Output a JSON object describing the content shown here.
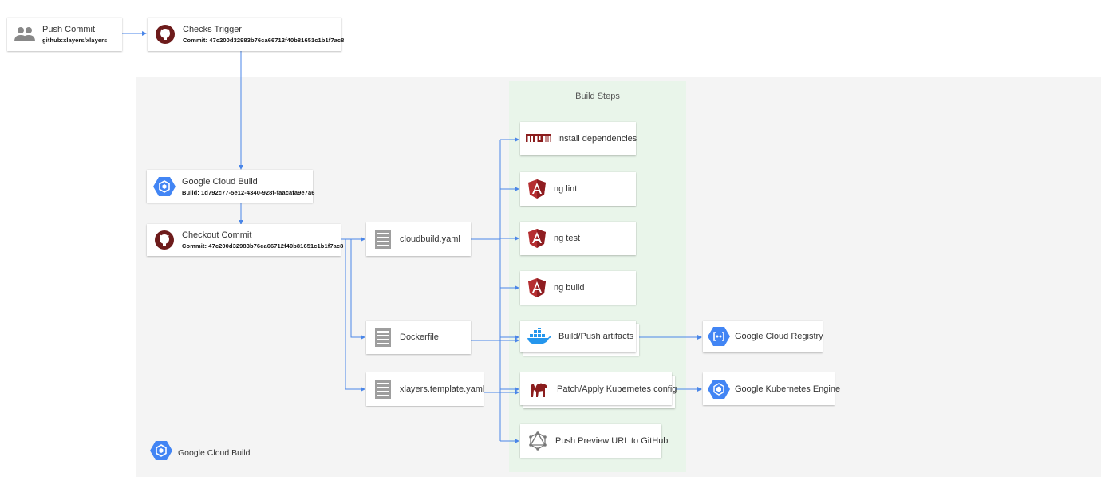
{
  "nodes": {
    "push_commit": {
      "label": "Push Commit",
      "sub": "github:xlayers/xlayers",
      "icon": "people-icon"
    },
    "checks_trigger": {
      "label": "Checks Trigger",
      "sub": "Commit: 47c200d32983b76ca66712f40b81651c1b1f7ac8",
      "icon": "github-icon"
    },
    "cloud_build": {
      "label": "Google Cloud Build",
      "sub": "Build: 1d792c77-5e12-4340-928f-faacafa9e7a6",
      "icon": "cloud-build-icon"
    },
    "checkout_commit": {
      "label": "Checkout Commit",
      "sub": "Commit: 47c200d32983b76ca66712f40b81651c1b1f7ac8",
      "icon": "github-icon"
    },
    "cloudbuild_yaml": {
      "label": "cloudbuild.yaml",
      "icon": "file-icon"
    },
    "dockerfile": {
      "label": "Dockerfile",
      "icon": "file-icon"
    },
    "template_yaml": {
      "label": "xlayers.template.yaml",
      "icon": "file-icon"
    },
    "install_deps": {
      "label": "Install dependencies",
      "icon": "npm-icon"
    },
    "ng_lint": {
      "label": "ng lint",
      "icon": "angular-icon"
    },
    "ng_test": {
      "label": "ng test",
      "icon": "angular-icon"
    },
    "ng_build": {
      "label": "ng build",
      "icon": "angular-icon"
    },
    "build_push": {
      "label": "Build/Push artifacts",
      "icon": "docker-icon"
    },
    "patch_apply": {
      "label": "Patch/Apply Kubernetes config",
      "icon": "camel-icon"
    },
    "push_preview": {
      "label": "Push Preview URL to GitHub",
      "icon": "graphql-icon"
    },
    "registry": {
      "label": "Google Cloud Registry",
      "icon": "container-registry-icon"
    },
    "gke": {
      "label": "Google Kubernetes Engine",
      "icon": "kubernetes-engine-icon"
    }
  },
  "zones": {
    "build_steps": "Build Steps",
    "gcp": "Google Cloud Build"
  },
  "colors": {
    "arrow": "#4a86e8",
    "gcp_blue": "#4285f4",
    "angular": "#b52e31",
    "npm": "#8b1d1d",
    "github": "#6d1b1b",
    "zone_gray": "#f4f4f4",
    "zone_green": "#e9f5ea"
  }
}
